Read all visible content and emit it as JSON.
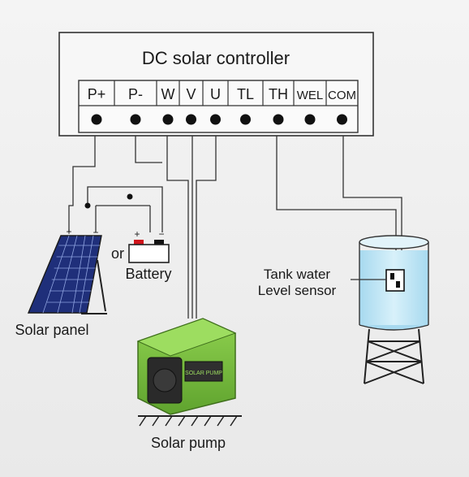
{
  "controller": {
    "title": "DC solar controller",
    "terminals": [
      "P+",
      "P-",
      "W",
      "V",
      "U",
      "TL",
      "TH",
      "WEL",
      "COM"
    ]
  },
  "solar_panel": {
    "label": "Solar panel",
    "plus": "+",
    "minus": "−"
  },
  "battery": {
    "label": "Battery",
    "or_text": "or",
    "plus": "+",
    "minus": "−"
  },
  "pump": {
    "label": "Solar pump",
    "housing_text": "SOLAR PUMP"
  },
  "tank": {
    "label_line1": "Tank water",
    "label_line2": "Level sensor"
  },
  "colors": {
    "background": "#eeeeee",
    "wire": "#333333",
    "pump_green": "#7cc242",
    "panel_blue": "#2b3d8f",
    "water_blue": "#bfe6f5",
    "battery_red": "#d0141b"
  }
}
